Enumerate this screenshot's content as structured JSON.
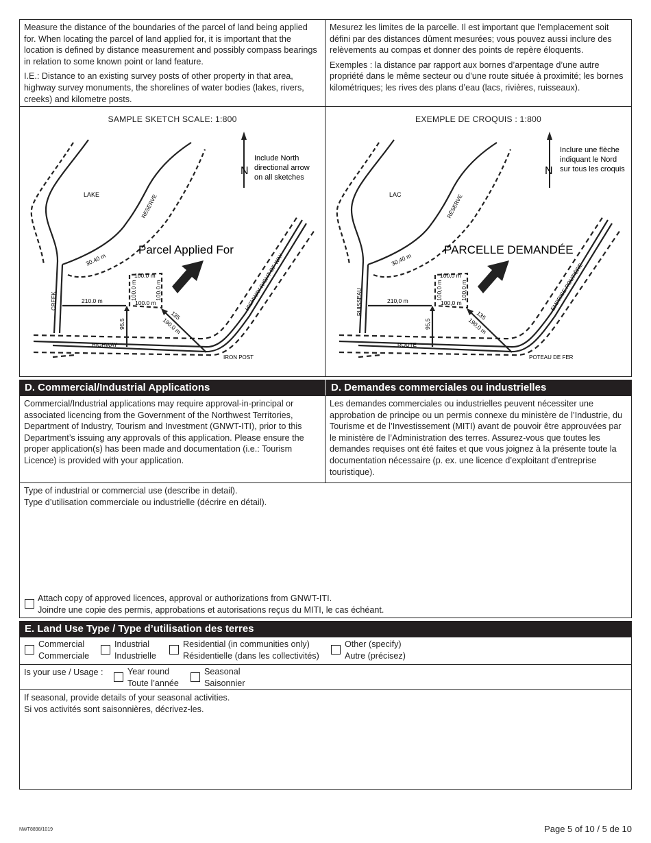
{
  "intro": {
    "en_p1": "Measure the distance of the boundaries of the parcel of land being applied for. When locating the parcel of land applied for, it is important that the location is defined by distance measurement and possibly compass bearings in relation to some known point or land feature.",
    "en_p2": "I.E.: Distance to an existing survey posts of other property in that area, highway survey monuments, the shorelines of water bodies (lakes, rivers, creeks) and kilometre posts.",
    "fr_p1": "Mesurez les limites de la parcelle. Il est important que l’emplacement soit défini par des distances dûment mesurées; vous pouvez aussi inclure des relèvements au compas et donner des points de repère éloquents.",
    "fr_p2": "Exemples : la distance par rapport aux bornes d’arpentage d’une autre propriété dans le même secteur ou d’une route située à proximité; les bornes kilométriques; les rives des plans d’eau (lacs, rivières, ruisseaux)."
  },
  "sketch_en": {
    "title": "SAMPLE SKETCH SCALE: 1:800",
    "north_note_1": "Include North",
    "north_note_2": "directional arrow",
    "north_note_3": "on all sketches",
    "north_letter": "N",
    "lake": "LAKE",
    "reserve": "RESERVE",
    "parcel": "Parcel Applied For",
    "creek": "CREEK",
    "highway": "HIGHWAY",
    "row": "HIGHWAY RIGHT OF WAY",
    "post": "IRON POST",
    "d_3040": "30.40 m",
    "d_top": "100.0 m",
    "d_bottom": "100.0 m",
    "d_left": "100.0 m",
    "d_right": "100.0 m",
    "d_210": "210.0 m",
    "d_955": "95.5",
    "d_135": "135",
    "d_190": "190.0 m"
  },
  "sketch_fr": {
    "title": "EXEMPLE DE CROQUIS : 1:800",
    "north_note_1": "Inclure une flèche",
    "north_note_2": "indiquant le Nord",
    "north_note_3": "sur tous les croquis",
    "north_letter": "N",
    "lake": "LAC",
    "reserve": "RÉSERVE",
    "parcel": "PARCELLE DEMANDÉE",
    "creek": "RUISSEAU",
    "highway": "ROUTE",
    "row": "EMPRISE ROUTIÈRE",
    "post": "POTEAU DE FER",
    "d_3040": "30,40 m",
    "d_top": "100,0 m",
    "d_bottom": "100,0 m",
    "d_left": "100,0 m",
    "d_right": "100,0 m",
    "d_210": "210,0 m",
    "d_955": "95,5",
    "d_135": "135",
    "d_190": "190,0 m"
  },
  "section_d": {
    "title_en": "D. Commercial/Industrial Applications",
    "title_fr": "D. Demandes commerciales ou industrielles",
    "body_en": "Commercial/Industrial applications may require approval-in-principal or associated licencing from the Government of the Northwest Territories, Department of Industry, Tourism and Investment (GNWT-ITI), prior to this Department’s issuing any approvals of this application. Please ensure the proper application(s) has been made and documentation (i.e.: Tourism Licence) is provided with your application.",
    "body_fr": "Les demandes commerciales ou industrielles peuvent nécessiter une approbation de principe ou un permis connexe du ministère de l’Industrie, du Tourisme et de l’Investissement (MITI) avant de pouvoir être approuvées par le ministère de l’Administration des terres. Assurez-vous que toutes les demandes requises ont été faites et que vous joignez à la présente toute la documentation nécessaire (p. ex. une licence d’exploitant d’entreprise touristique).",
    "use_label_en": "Type of industrial or commercial use (describe in detail).",
    "use_label_fr": "Type d’utilisation commerciale ou industrielle (décrire en détail).",
    "use_value": "",
    "attach_en": "Attach copy of approved licences, approval or authorizations from GNWT-ITI.",
    "attach_fr": "Joindre une copie des permis, approbations et autorisations reçus du MITI, le cas échéant."
  },
  "section_e": {
    "title": "E. Land Use Type / Type d’utilisation des terres",
    "options": [
      {
        "en": "Commercial",
        "fr": "Commerciale"
      },
      {
        "en": "Industrial",
        "fr": "Industrielle"
      },
      {
        "en": "Residential (in communities only)",
        "fr": "Résidentielle (dans les collectivités)"
      },
      {
        "en": "Other (specify)",
        "fr": "Autre (précisez)"
      }
    ],
    "usage_label": "Is your use / Usage :",
    "usage_options": [
      {
        "en": "Year round",
        "fr": "Toute l’année"
      },
      {
        "en": "Seasonal",
        "fr": "Saisonnier"
      }
    ],
    "seasonal_en": "If seasonal, provide details of your seasonal activities.",
    "seasonal_fr": "Si vos activités sont saisonnières, décrivez-les.",
    "seasonal_value": ""
  },
  "footer": {
    "code": "NWT8898/1019",
    "page": "Page 5 of 10 / 5 de 10"
  }
}
